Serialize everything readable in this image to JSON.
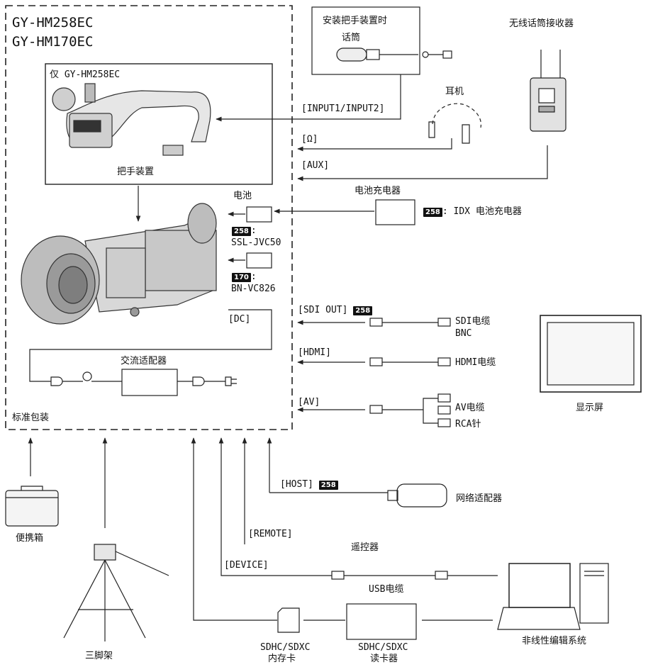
{
  "title_models": [
    "GY-HM258EC",
    "GY-HM170EC"
  ],
  "handle": {
    "only_label": "仅 GY-HM258EC",
    "unit_label": "把手装置"
  },
  "standard_package": "标准包装",
  "battery": {
    "label": "电池",
    "tag258": "258",
    "model258": "SSL-JVC50",
    "tag170": "170",
    "model170": "BN-VC826"
  },
  "dc_label": "[DC]",
  "ac_adapter": "交流适配器",
  "mic_box": {
    "title": "安装把手装置时",
    "mic": "话筒"
  },
  "wireless_receiver": "无线话筒接收器",
  "headphones": "耳机",
  "terminals": {
    "input": "[INPUT1/INPUT2]",
    "headphone": "[Ω]",
    "aux": "[AUX]",
    "sdi": "[SDI OUT]",
    "hdmi": "[HDMI]",
    "av": "[AV]",
    "host": "[HOST]",
    "remote": "[REMOTE]",
    "device": "[DEVICE]"
  },
  "charger": {
    "title": "电池充电器",
    "tag": "258",
    "desc": ": IDX 电池充电器"
  },
  "sdi_tag": "258",
  "sdi_cable": [
    "SDI电缆",
    "BNC"
  ],
  "hdmi_cable": "HDMI电缆",
  "av_cable": "AV电缆",
  "rca": "RCA针",
  "monitor": "显示屏",
  "host_tag": "258",
  "network_adapter": "网络适配器",
  "remote_controller": "遥控器",
  "usb_cable": "USB电缆",
  "nle": "非线性编辑系统",
  "sd_card": [
    "SDHC/SDXC",
    "内存卡"
  ],
  "card_reader": [
    "SDHC/SDXC",
    "读卡器"
  ],
  "carrying_case": "便携箱",
  "tripod": "三脚架"
}
